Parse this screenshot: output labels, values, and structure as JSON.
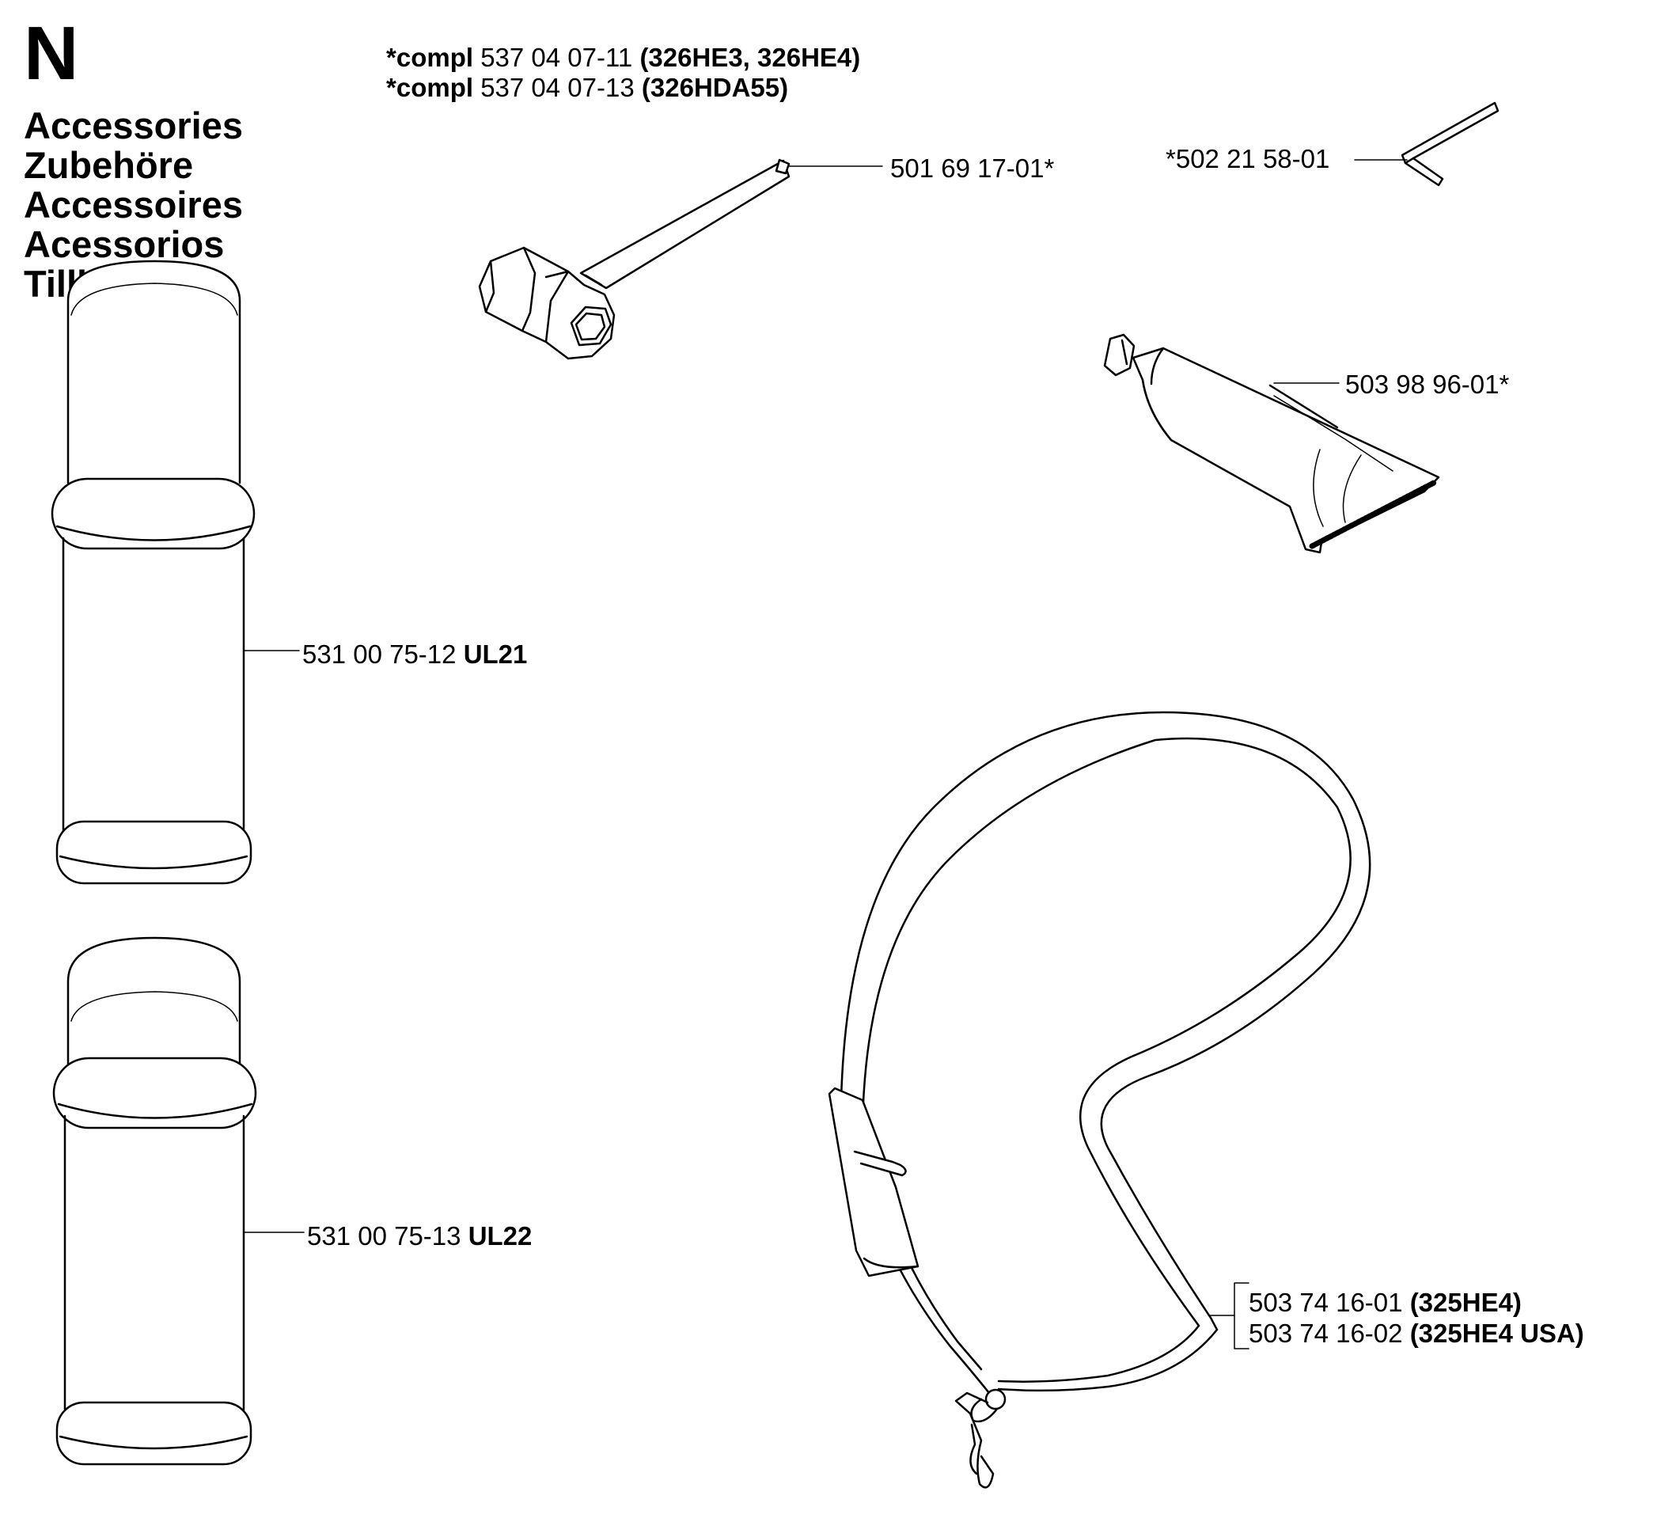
{
  "section": "N",
  "titles": [
    "Accessories",
    "Zubehöre",
    "Accessoires",
    "Acessorios",
    "Tillbehör"
  ],
  "compl_notes": [
    {
      "prefix": "*compl",
      "part": "537 04 07-11",
      "models": "(326HE3, 326HE4)"
    },
    {
      "prefix": "*compl",
      "part": "537 04 07-13",
      "models": "(326HDA55)"
    }
  ],
  "callouts": {
    "wrench": {
      "text": "501 69 17-01*"
    },
    "allen_key": {
      "text": "*502 21 58-01"
    },
    "grease_tube": {
      "text": "503 98 96-01*"
    },
    "oil_can_1": {
      "part": "531 00 75-12",
      "model": "UL21"
    },
    "oil_can_2": {
      "part": "531 00 75-13",
      "model": "UL22"
    },
    "harness": [
      {
        "part": "503 74 16-01",
        "model": "(325HE4)"
      },
      {
        "part": "503 74 16-02",
        "model": "(325HE4 USA)"
      }
    ]
  }
}
